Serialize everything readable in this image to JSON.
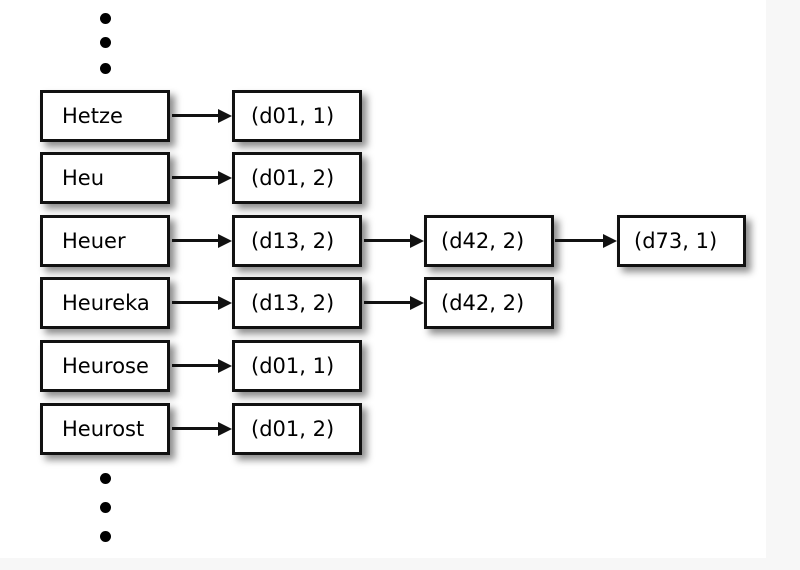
{
  "diagram": {
    "title": "trie-terminal postings chain diagram",
    "canvas": {
      "background": "#ffffff",
      "page_background": "#f7f7f7"
    },
    "ellipsis_top": {
      "name": "vertical-ellipsis-top",
      "dots": 3
    },
    "ellipsis_bottom": {
      "name": "vertical-ellipsis-bottom",
      "dots": 3
    },
    "columns": {
      "terms": [
        {
          "label": "Hetze",
          "row": 1
        },
        {
          "label": "Heu",
          "row": 2
        },
        {
          "label": "Heuer",
          "row": 3
        },
        {
          "label": "Heureka",
          "row": 4
        },
        {
          "label": "Heurose",
          "row": 5
        },
        {
          "label": "Heurost",
          "row": 6
        }
      ],
      "postings_1": [
        {
          "label": "(d01, 1)",
          "row": 1
        },
        {
          "label": "(d01, 2)",
          "row": 2
        },
        {
          "label": "(d13, 2)",
          "row": 3
        },
        {
          "label": "(d13, 2)",
          "row": 4
        },
        {
          "label": "(d01, 1)",
          "row": 5
        },
        {
          "label": "(d01, 2)",
          "row": 6
        }
      ],
      "postings_2": [
        {
          "label": "(d42, 2)",
          "row": 3
        },
        {
          "label": "(d42, 2)",
          "row": 4
        }
      ],
      "postings_3": [
        {
          "label": "(d73, 1)",
          "row": 3
        }
      ]
    },
    "edges": [
      {
        "from": "Hetze",
        "to": "(d01, 1)"
      },
      {
        "from": "Heu",
        "to": "(d01, 2)"
      },
      {
        "from": "Heuer",
        "to": "(d13, 2)"
      },
      {
        "from": "Heureka",
        "to": "(d13, 2)"
      },
      {
        "from": "Heurose",
        "to": "(d01, 1)"
      },
      {
        "from": "Heurost",
        "to": "(d01, 2)"
      },
      {
        "from": "(d13, 2)",
        "to": "(d42, 2)"
      },
      {
        "from": "(d13, 2)",
        "to": "(d42, 2)"
      },
      {
        "from": "(d42, 2)",
        "to": "(d73, 1)"
      }
    ]
  }
}
